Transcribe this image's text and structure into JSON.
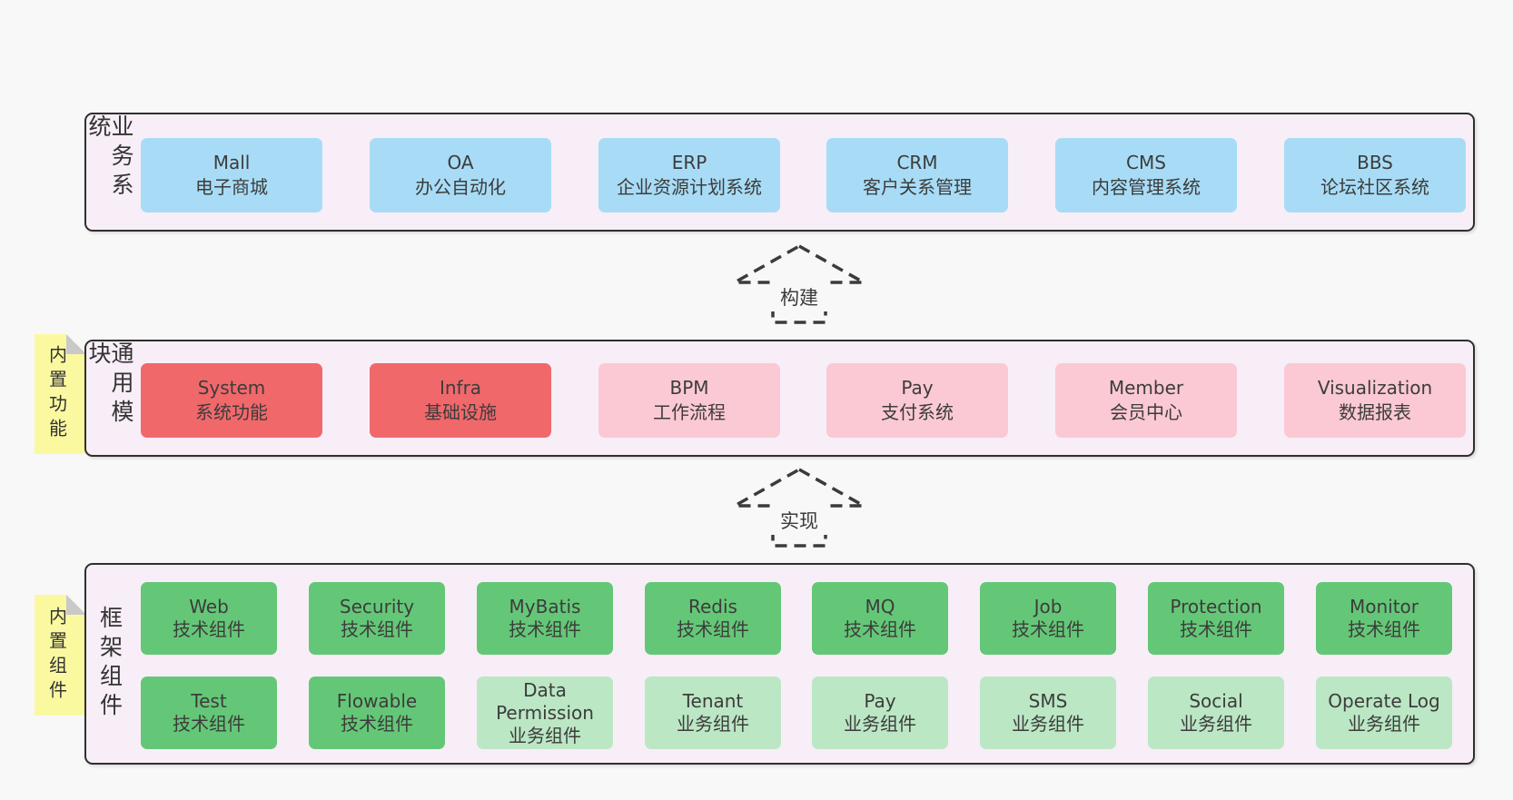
{
  "palette": {
    "page_bg": "#f8f8f8",
    "panel_bg": "#f8eef7",
    "panel_border": "#2f2f2f",
    "blue": "#a8dcf6",
    "red": "#f1686b",
    "pink": "#fbc9d3",
    "green": "#64c777",
    "green_light": "#bbe7c4",
    "sticky_yellow": "#fbf9a0",
    "sticky_fold_gray": "#c9c9c9",
    "text": "#3c3c3c"
  },
  "arrows": {
    "build": "构建",
    "implement": "实现"
  },
  "layers": {
    "business": {
      "label": "业务系统",
      "boxes": [
        {
          "name": "Mall",
          "desc": "电子商城"
        },
        {
          "name": "OA",
          "desc": "办公自动化"
        },
        {
          "name": "ERP",
          "desc": "企业资源计划系统"
        },
        {
          "name": "CRM",
          "desc": "客户关系管理"
        },
        {
          "name": "CMS",
          "desc": "内容管理系统"
        },
        {
          "name": "BBS",
          "desc": "论坛社区系统"
        }
      ]
    },
    "modules": {
      "label": "通用模块",
      "sticky": "内置功能",
      "boxes": [
        {
          "name": "System",
          "desc": "系统功能"
        },
        {
          "name": "Infra",
          "desc": "基础设施"
        },
        {
          "name": "BPM",
          "desc": "工作流程"
        },
        {
          "name": "Pay",
          "desc": "支付系统"
        },
        {
          "name": "Member",
          "desc": "会员中心"
        },
        {
          "name": "Visualization",
          "desc": "数据报表"
        }
      ]
    },
    "framework": {
      "label": "框架组件",
      "sticky": "内置组件",
      "row1": [
        {
          "name": "Web",
          "desc": "技术组件"
        },
        {
          "name": "Security",
          "desc": "技术组件"
        },
        {
          "name": "MyBatis",
          "desc": "技术组件"
        },
        {
          "name": "Redis",
          "desc": "技术组件"
        },
        {
          "name": "MQ",
          "desc": "技术组件"
        },
        {
          "name": "Job",
          "desc": "技术组件"
        },
        {
          "name": "Protection",
          "desc": "技术组件"
        },
        {
          "name": "Monitor",
          "desc": "技术组件"
        }
      ],
      "row2": [
        {
          "name": "Test",
          "desc": "技术组件"
        },
        {
          "name": "Flowable",
          "desc": "技术组件"
        },
        {
          "name": "Data Permission",
          "desc": "业务组件"
        },
        {
          "name": "Tenant",
          "desc": "业务组件"
        },
        {
          "name": "Pay",
          "desc": "业务组件"
        },
        {
          "name": "SMS",
          "desc": "业务组件"
        },
        {
          "name": "Social",
          "desc": "业务组件"
        },
        {
          "name": "Operate Log",
          "desc": "业务组件"
        }
      ]
    }
  }
}
